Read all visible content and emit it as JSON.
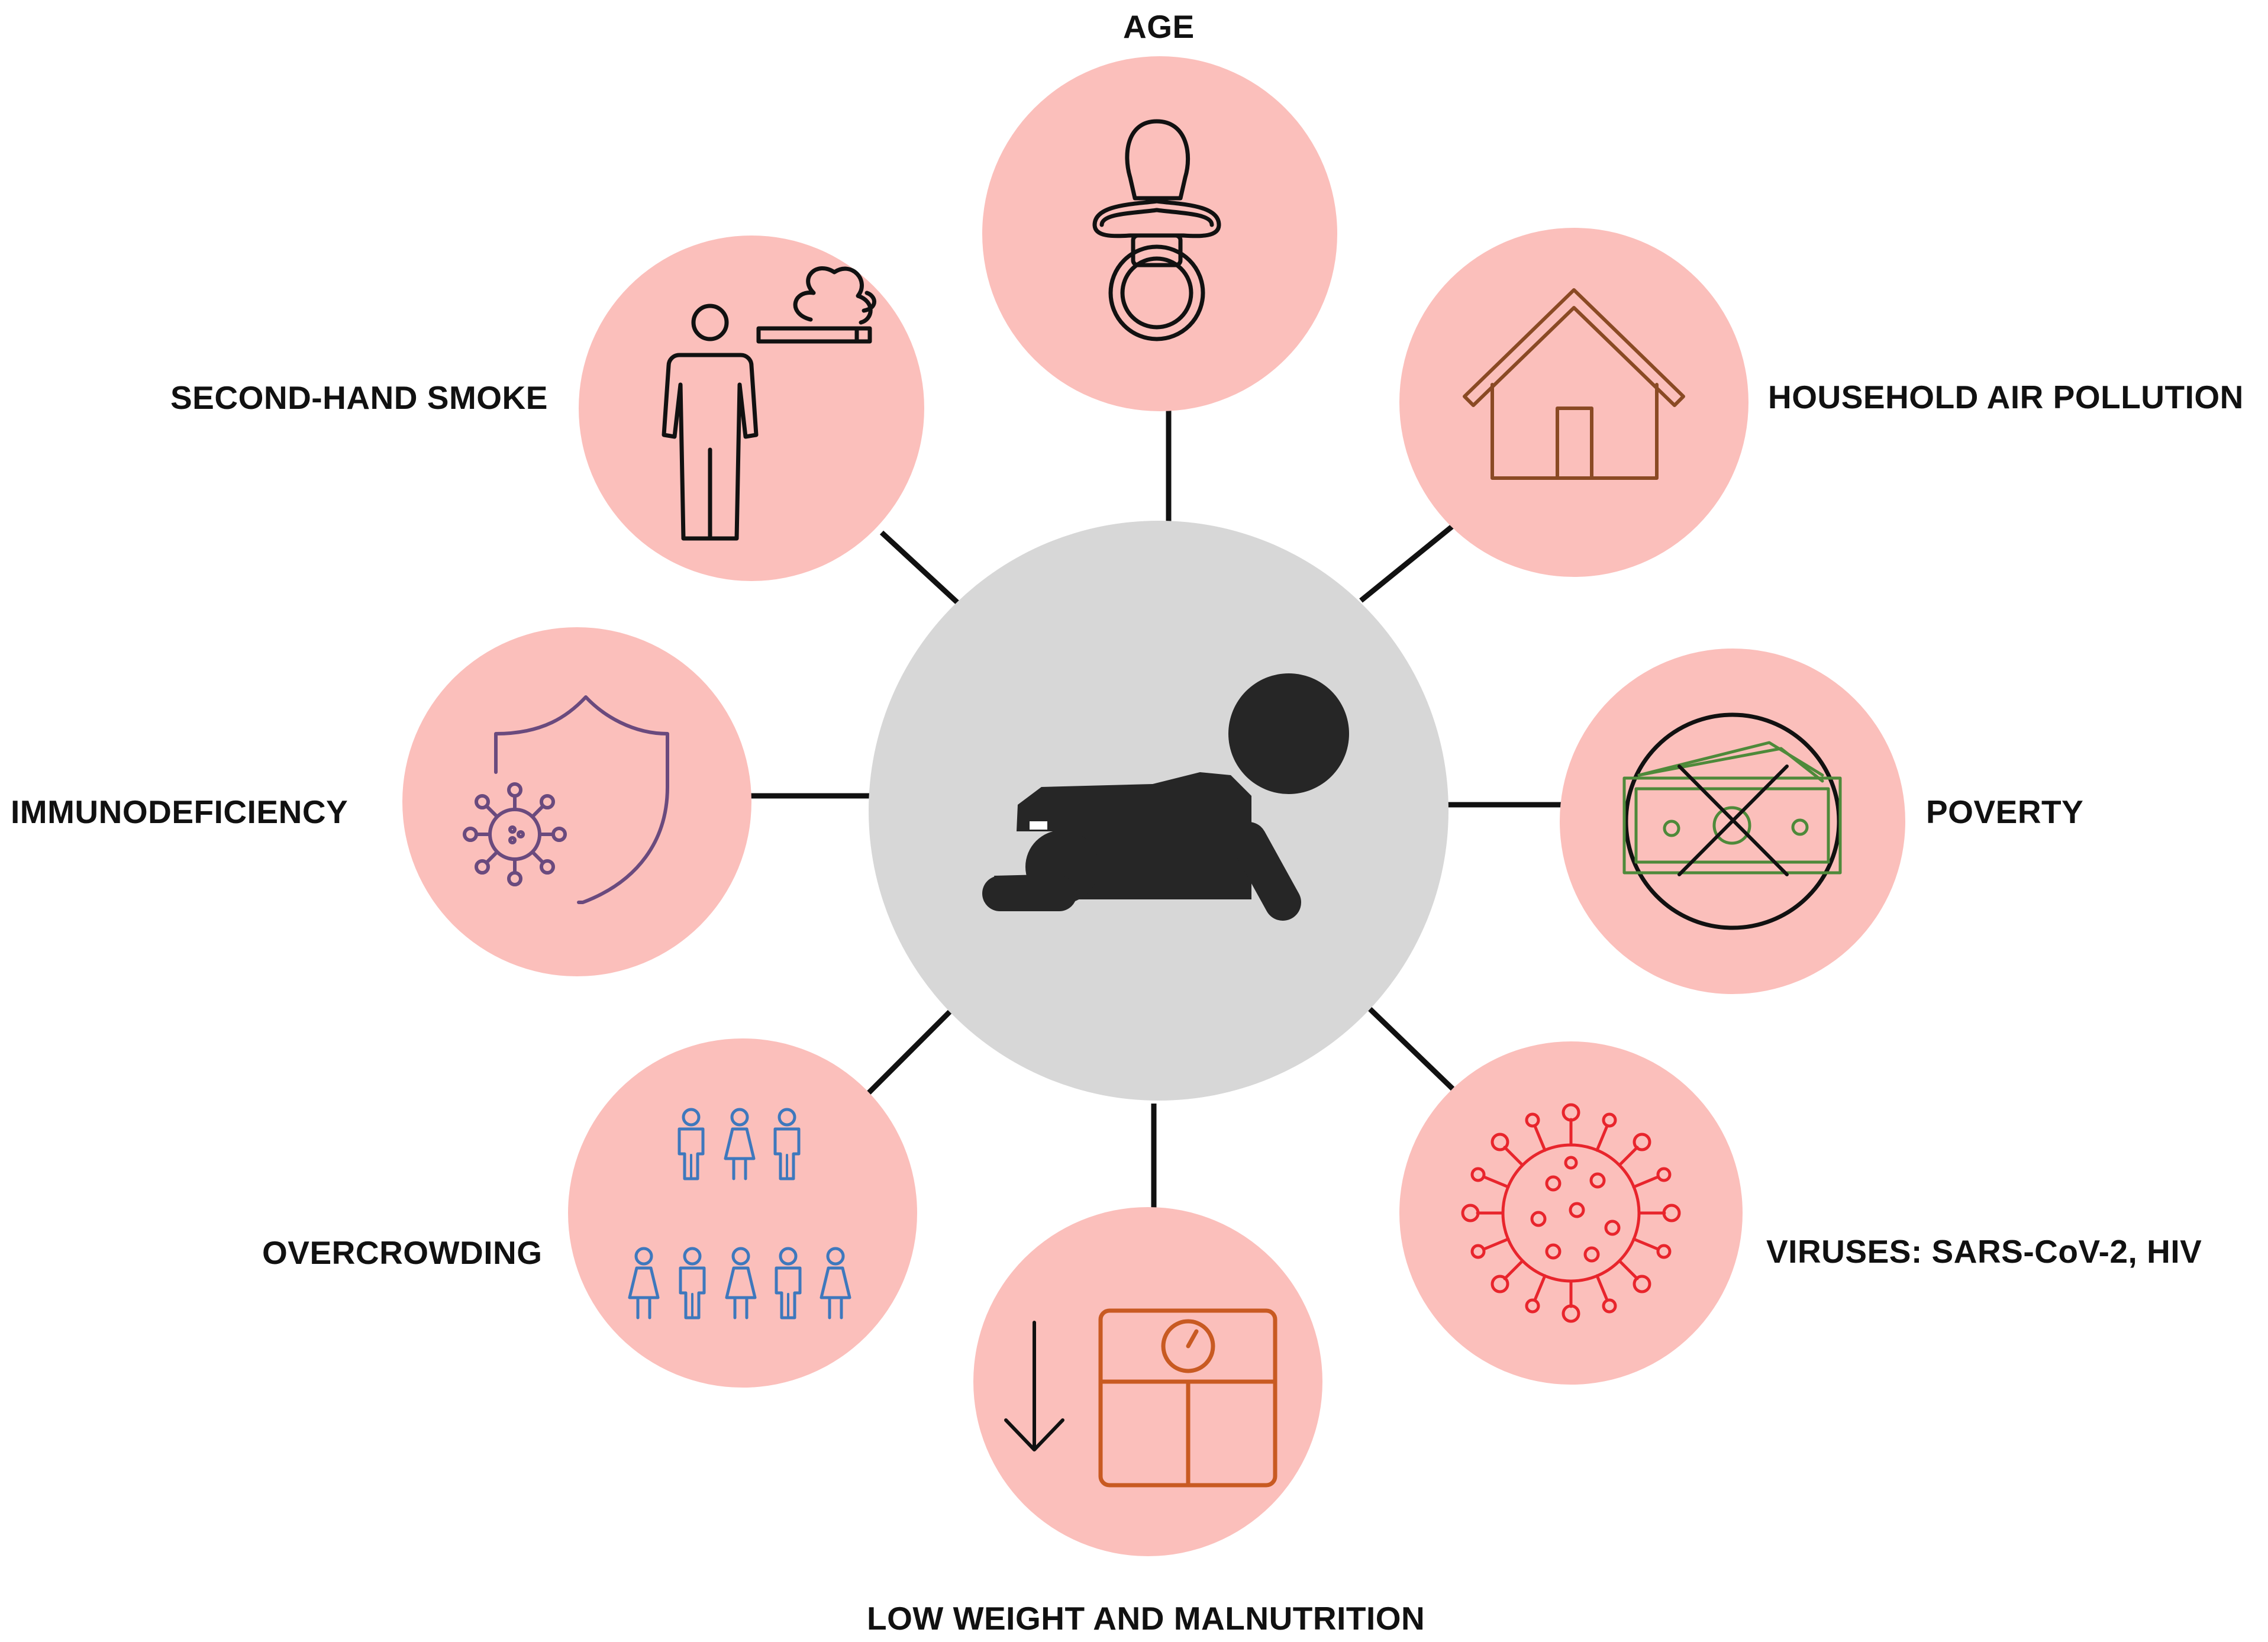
{
  "center": {
    "icon": "crawling-baby-icon",
    "color": "#d7d7d7"
  },
  "factors": {
    "age": {
      "label": "AGE",
      "icon": "pacifier-icon"
    },
    "household_air_pollution": {
      "label": "HOUSEHOLD AIR POLLUTION",
      "icon": "house-icon"
    },
    "poverty": {
      "label": "POVERTY",
      "icon": "no-money-icon"
    },
    "viruses": {
      "label": "VIRUSES: SARS-CoV-2, HIV",
      "icon": "virus-icon"
    },
    "low_weight": {
      "label": "LOW WEIGHT AND MALNUTRITION",
      "icon": "weight-scale-icon"
    },
    "overcrowding": {
      "label": "OVERCROWDING",
      "icon": "crowd-icon"
    },
    "immunodeficiency": {
      "label": "IMMUNODEFICIENCY",
      "icon": "shield-virus-icon"
    },
    "second_hand_smoke": {
      "label": "SECOND-HAND SMOKE",
      "icon": "person-cigarette-icon"
    }
  },
  "colors": {
    "factor_circle": "#fbbfbb",
    "connector": "#111111",
    "house": "#8a4a24",
    "money": "#4e8a3a",
    "virus": "#e8252c",
    "scale": "#c85a22",
    "crowd": "#3e78bd",
    "shield": "#6a4a7e"
  }
}
